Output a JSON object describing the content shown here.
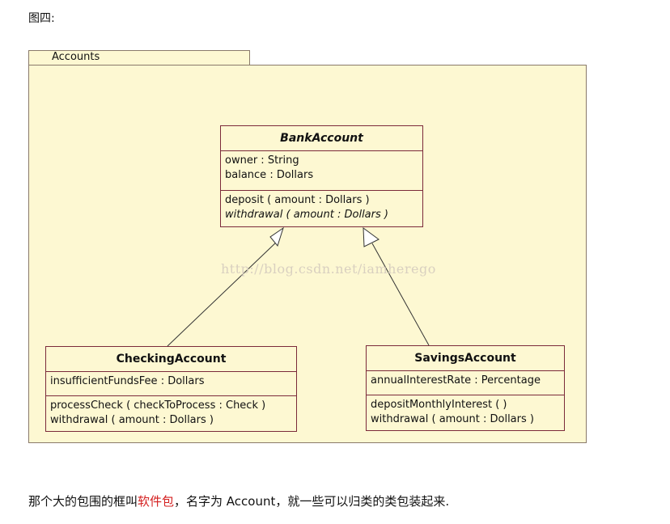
{
  "figure_label": "图四:",
  "package": {
    "name": "Accounts"
  },
  "classes": {
    "bank_account": {
      "name": "BankAccount",
      "attributes": [
        "owner : String",
        "balance : Dollars"
      ],
      "operations": [
        "deposit ( amount : Dollars )",
        "withdrawal ( amount : Dollars )"
      ]
    },
    "checking_account": {
      "name": "CheckingAccount",
      "attributes": [
        "insufficientFundsFee : Dollars"
      ],
      "operations": [
        "processCheck ( checkToProcess : Check )",
        "withdrawal ( amount : Dollars )"
      ]
    },
    "savings_account": {
      "name": "SavingsAccount",
      "attributes": [
        "annualInterestRate : Percentage"
      ],
      "operations": [
        "depositMonthlyInterest ( )",
        "withdrawal ( amount : Dollars )"
      ]
    }
  },
  "watermark": "http://blog.csdn.net/iamherego",
  "caption": {
    "before": "那个大的包围的框叫",
    "highlight": "软件包",
    "after": "，名字为 Account，就一些可以归类的类包装起来.",
    "highlight_color": "#d41e1e"
  }
}
